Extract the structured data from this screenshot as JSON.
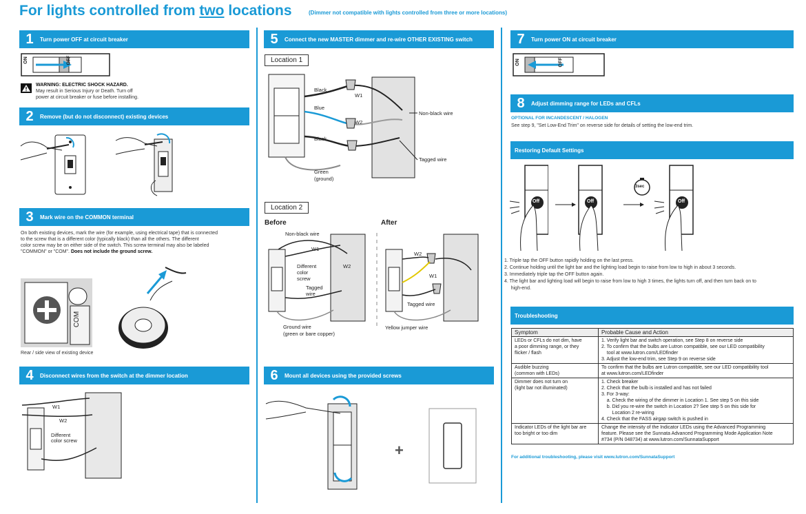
{
  "header": {
    "title_pre": "For lights controlled from ",
    "title_emph": "two",
    "title_post": " locations",
    "note": "(Dimmer not compatible with lights controlled from three or more locations)"
  },
  "steps": {
    "s1": {
      "num": "1",
      "label": "Turn power OFF at circuit breaker"
    },
    "s2": {
      "num": "2",
      "label": "Remove (but do not disconnect) existing devices"
    },
    "s3": {
      "num": "3",
      "label": "Mark wire on the COMMON terminal"
    },
    "s4": {
      "num": "4",
      "label": "Disconnect wires from the switch at the dimmer location"
    },
    "s5": {
      "num": "5",
      "label": "Connect the new MASTER dimmer and re-wire OTHER EXISTING switch"
    },
    "s6": {
      "num": "6",
      "label": "Mount all devices using the provided screws"
    },
    "s7": {
      "num": "7",
      "label": "Turn power ON at circuit breaker"
    },
    "s8": {
      "num": "8",
      "label": "Adjust dimming range for LEDs and CFLs"
    }
  },
  "warning": {
    "title": "WARNING: ELECTRIC SHOCK HAZARD.",
    "line1": "May result in Serious Injury or Death. Turn off",
    "line2": "power at circuit breaker or fuse before installing."
  },
  "breaker": {
    "on": "ON",
    "off": "OFF"
  },
  "step3_text": {
    "line1": "On both existing devices, mark the wire (for example, using electrical tape) that is connected",
    "line2": "to the screw that is a different color (typically black) than all the others. The different",
    "line3": "color screw may be on either side of the switch. This screw terminal may also be labeled",
    "line4_plain": "\"COMMON\" or \"COM\". ",
    "line4_bold": "Does not include the ground screw.",
    "com_label": "COM",
    "caption": "Rear / side view of existing device"
  },
  "step4_labels": {
    "w1": "W1",
    "w2": "W2",
    "diff": "Different",
    "diff2": "color screw"
  },
  "location1": {
    "title": "Location 1",
    "black1": "Black",
    "blue": "Blue",
    "black2": "Black",
    "w1": "W1",
    "w2": "W2",
    "nonblack": "Non-black wire",
    "tagged": "Tagged wire",
    "green": "Green",
    "ground": "(ground)"
  },
  "location2": {
    "title": "Location 2",
    "before": "Before",
    "after": "After",
    "nonblack": "Non-black wire",
    "w1": "W1",
    "w2": "W2",
    "diff1": "Different",
    "diff2": "color",
    "diff3": "screw",
    "tag1": "Tagged",
    "tag2": "wire",
    "ground1": "Ground wire",
    "ground2": "(green or bare copper)",
    "after_w2": "W2",
    "after_w1": "W1",
    "after_tagged": "Tagged wire",
    "yellow": "Yellow jumper wire"
  },
  "step8": {
    "optional": "OPTIONAL FOR INCANDESCENT / HALOGEN",
    "text": "See step 9, \"Set Low-End Trim\" on reverse side for details of setting the low-end trim."
  },
  "restore": {
    "header": "Restoring Default Settings",
    "off": "Off",
    "timer": "3sec",
    "items": [
      "1.  Triple tap the OFF button rapidly holding on the last press.",
      "2.  Continue holding until the light bar and the lighting load begin to raise from low to high in about 3 seconds.",
      "3.  Immediately triple tap the OFF button again.",
      "4.  The light bar and lighting load will begin to raise from low to high 3 times, the lights turn off, and then turn back on to",
      "     high-end."
    ]
  },
  "troubleshooting": {
    "header": "Troubleshooting",
    "col1": "Symptom",
    "col2": "Probable Cause and Action",
    "rows": [
      {
        "symptom": [
          "LEDs or CFLs do not dim, have",
          "a poor dimming range, or they",
          "flicker / flash"
        ],
        "action": [
          "1. Verify light bar and switch operation, see Step 8 on reverse side",
          "2. To confirm that the bulbs are Lutron compatible, see our LED compatibility",
          "    tool at www.lutron.com/LEDfinder",
          "3. Adjust the low-end trim, see Step 9 on reverse side"
        ]
      },
      {
        "symptom": [
          "Audible buzzing",
          "(common with LEDs)"
        ],
        "action": [
          "To confirm that the bulbs are Lutron compatible, see our LED compatibility tool",
          "at www.lutron.com/LEDfinder"
        ]
      },
      {
        "symptom": [
          "Dimmer does not turn on",
          "(light bar not illuminated)"
        ],
        "action": [
          "1. Check breaker",
          "2. Check that the bulb is installed and has not failed",
          "3. For 3-way:",
          "    a. Check the wiring of the dimmer in Location 1. See step 5 on this side",
          "    b. Did you re-wire the switch in Location 2? See step 5 on this side for",
          "        Location 2 re-wiring",
          "4. Check that the FASS airgap switch is pushed in"
        ]
      },
      {
        "symptom": [
          "Indicator LEDs of the light bar are",
          "too bright or too dim"
        ],
        "action": [
          "Change the intensity of the Indicator LEDs using the Advanced Programming",
          "feature. Please see the Sunnata Advanced Programming Mode Application Note",
          "#734 (P/N 048734) at www.lutron.com/SunnataSupport"
        ]
      }
    ],
    "footer": "For additional troubleshooting, please visit www.lutron.com/SunnataSupport"
  }
}
